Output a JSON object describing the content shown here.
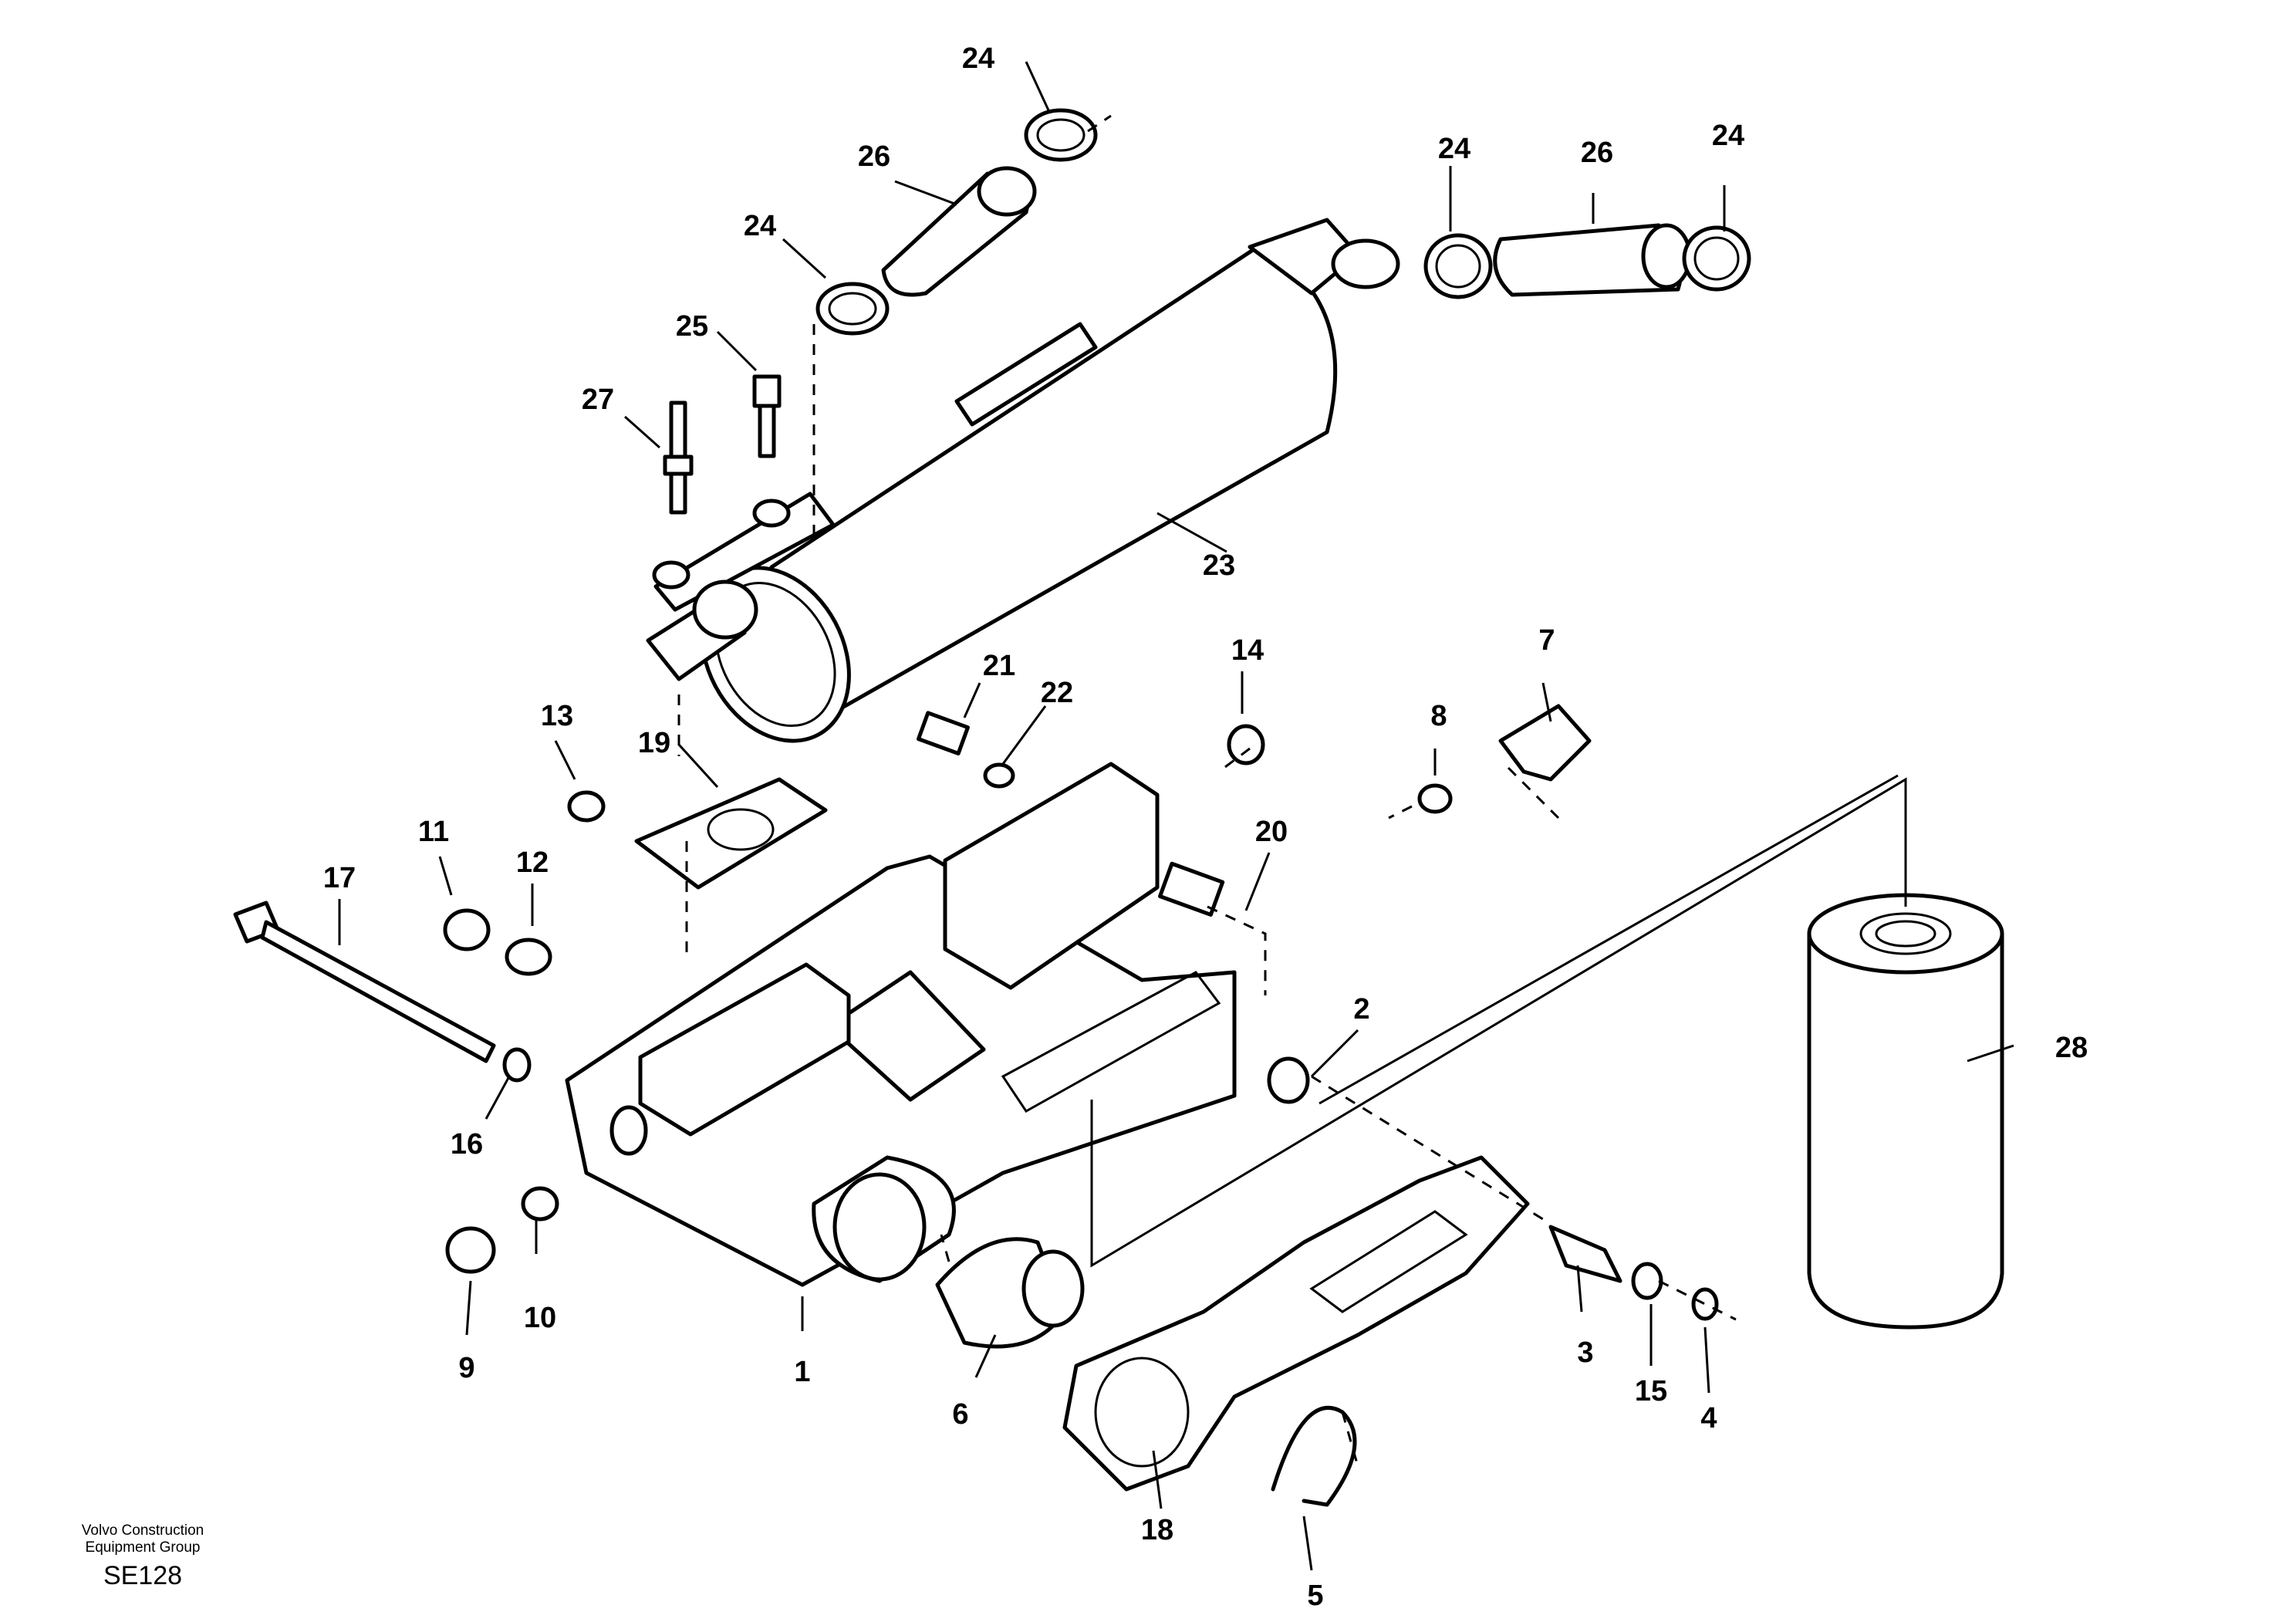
{
  "colors": {
    "line": "#000000",
    "background": "#ffffff"
  },
  "footer": {
    "line1": "Volvo Construction",
    "line2": "Equipment Group",
    "code": "SE128"
  },
  "callouts": [
    {
      "id": "c1",
      "label": "1"
    },
    {
      "id": "c2",
      "label": "2"
    },
    {
      "id": "c3",
      "label": "3"
    },
    {
      "id": "c4",
      "label": "4"
    },
    {
      "id": "c5",
      "label": "5"
    },
    {
      "id": "c6",
      "label": "6"
    },
    {
      "id": "c7",
      "label": "7"
    },
    {
      "id": "c8",
      "label": "8"
    },
    {
      "id": "c9",
      "label": "9"
    },
    {
      "id": "c10",
      "label": "10"
    },
    {
      "id": "c11",
      "label": "11"
    },
    {
      "id": "c12",
      "label": "12"
    },
    {
      "id": "c13",
      "label": "13"
    },
    {
      "id": "c14",
      "label": "14"
    },
    {
      "id": "c15",
      "label": "15"
    },
    {
      "id": "c16",
      "label": "16"
    },
    {
      "id": "c17",
      "label": "17"
    },
    {
      "id": "c18",
      "label": "18"
    },
    {
      "id": "c19",
      "label": "19"
    },
    {
      "id": "c20",
      "label": "20"
    },
    {
      "id": "c21",
      "label": "21"
    },
    {
      "id": "c22",
      "label": "22"
    },
    {
      "id": "c23",
      "label": "23"
    },
    {
      "id": "c24a",
      "label": "24"
    },
    {
      "id": "c24b",
      "label": "24"
    },
    {
      "id": "c24c",
      "label": "24"
    },
    {
      "id": "c24d",
      "label": "24"
    },
    {
      "id": "c25",
      "label": "25"
    },
    {
      "id": "c26a",
      "label": "26"
    },
    {
      "id": "c26b",
      "label": "26"
    },
    {
      "id": "c27",
      "label": "27"
    },
    {
      "id": "c28",
      "label": "28"
    }
  ]
}
